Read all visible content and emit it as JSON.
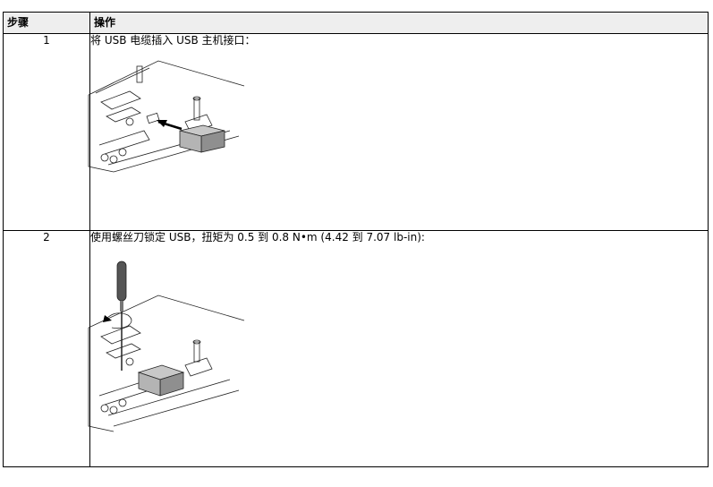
{
  "table": {
    "headers": {
      "step": "步骤",
      "action": "操作"
    },
    "rows": [
      {
        "step": "1",
        "action": "将 USB 电缆插入 USB 主机接口："
      },
      {
        "step": "2",
        "action": "使用螺丝刀锁定 USB，扭矩为 0.5 到 0.8 N•m (4.42 到 7.07 lb-in):"
      }
    ]
  }
}
